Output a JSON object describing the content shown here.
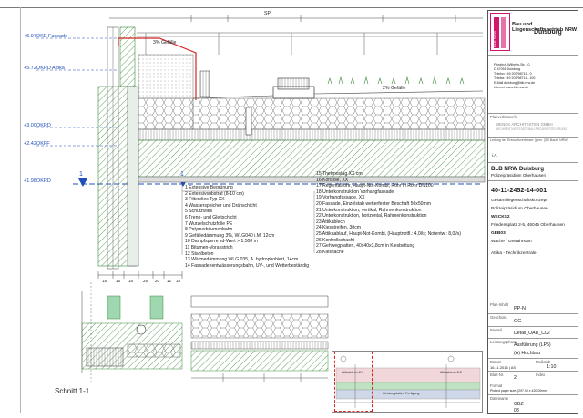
{
  "levels": [
    {
      "label": "+5.97OKE Fassade"
    },
    {
      "label": "+5.72OKRD Attika"
    },
    {
      "label": "+3.00OKRD"
    },
    {
      "label": "+2.42OKFF"
    },
    {
      "label": "+1.98OKRD"
    }
  ],
  "slope_notes": {
    "top": "3% Gefälle",
    "right": "2% Gefälle"
  },
  "top_dim": "SP",
  "bottom_dims": [
    "15",
    "15",
    "15",
    "25",
    "20",
    "12",
    "18"
  ],
  "section_title": "Schnitt 1-1",
  "markers": {
    "left": "1",
    "right": "1"
  },
  "legend_left": [
    "1  Extensive Begrünung",
    "2  Extensivsubstrat (8-10 cm)",
    "3  Filtervlies Typ XX",
    "4  Wasserspeicher und Dränschicht",
    "5  Schutzvlies",
    "6  Trenn- und Gleitschicht",
    "7  Wurzelschutzfolie PE",
    "8  Polymerbitumenbahn",
    "9  Gefälledämmung 3%, WLG040 i.M. 12cm",
    "10  Dampfsperre sd-Wert > 1.500 m",
    "11  Bitumen-Voranstrich",
    "12  Stahlbeton",
    "13  Wärmedämmung WLG 035, A. hydrophobiert, 14cm",
    "14  Fassadenentwässerungsbahn, UV-, und Wetterbeständig"
  ],
  "legend_right": [
    "15  Thermostag XX cm",
    "16  Konsole, XX",
    "17  Regenfallrohr, Haupt-Not-Kombi, Rohr in Rohr DN100",
    "18  Unterkonstruktion Vorhangfassade",
    "19  Vorhangfassade, XX",
    "20  Fassade, Einzelstab wetterfester Beschaft 50x50mm",
    "21  Unterkonstruktion, vertikal, Rahmenkonstruktion",
    "22  Unterkonstruktion, horizontal, Rahmenkonstruktion",
    "23  Attikablech",
    "24  Kiesstreifen, 30cm",
    "25  Attikaablauf, Haupt-Not-Kombi, (Hauptnotfl.: 4,0l/s; Notentw.: 8,0l/s)",
    "26  Kontrollschacht",
    "27  Gehwegplatten, 40x40x3,8cm in Kiesbettung",
    "28  Kiesfläche"
  ],
  "title_block": {
    "logo_text": "BLB NRW",
    "org_line1": "Bau und Liegenschaftsbetrieb NRW",
    "org_line2": "Duisburg",
    "address": [
      "Friedrich-Wilhelm-Str. 10",
      "D 47051 Duisburg",
      "Telefon +49 203/98711 - 0",
      "Telefax +49 203/98711 - 100",
      "E-Mail duisburg@blb.nrw.de",
      "Internet www.blb.nrw.de"
    ],
    "planner_label": "Planverfasser/in",
    "planner_name": "WENCK ARCHITEKTEN GMBH",
    "planner_sub": "ARCHITEKTUR STÄDTEBAU PROJEKTSTEUERUNG",
    "approval_label": "Leitung der Entwurfsverfasser (gem. §59 BauO NRW)",
    "ia": "i.A.",
    "client": "BLB NRW Duisburg",
    "client_sub": "Polizeipräsidium Oberhausen",
    "project_number": "40-11-2452-14-001",
    "project_lines": [
      "Gesamtliegenschaftskonzept",
      "Polizeipräsidium Oberhausen",
      "WECKS2",
      "Friedensplatz 2-5, 46045 Oberhausen",
      "GEB03",
      "Wache / Gewahrsam",
      "Attika - Technikzentrale"
    ],
    "plan_type_label": "Plan-Inhalt",
    "plan_type": "PP-N",
    "floor_label": "Geschoss",
    "floor": "OG",
    "detail_label": "Bauteil",
    "detail": "Detail_OAD_C02",
    "phase_label": "Leistungsphase",
    "phase": "Ausführung (LP5)",
    "subphase": "(A) Hochbau",
    "date_label": "Datum",
    "date": "16.11.2016 | AS",
    "scale_label": "Maßstab",
    "scale": "1:10",
    "sheet_label": "Blatt-Nr.",
    "sheet": "2",
    "index_label": "Index",
    "paper_label": "Format",
    "paper": "Plotted paper size: (297.00 x 420.00mm)",
    "file_label": "Dateiname",
    "file": "GBZ",
    "idx_value": "03"
  },
  "mini_plan": {
    "left_label": "Attikablech Z-1",
    "right_label": "Attikablech Z-2",
    "bottom_label": "Gehwegplatten Fertigung"
  },
  "colors": {
    "level_blue": "#1f4fb8",
    "brand_magenta": "#d3176e",
    "hatch_green": "#3b8a3b",
    "highlight_red": "#d22222"
  }
}
